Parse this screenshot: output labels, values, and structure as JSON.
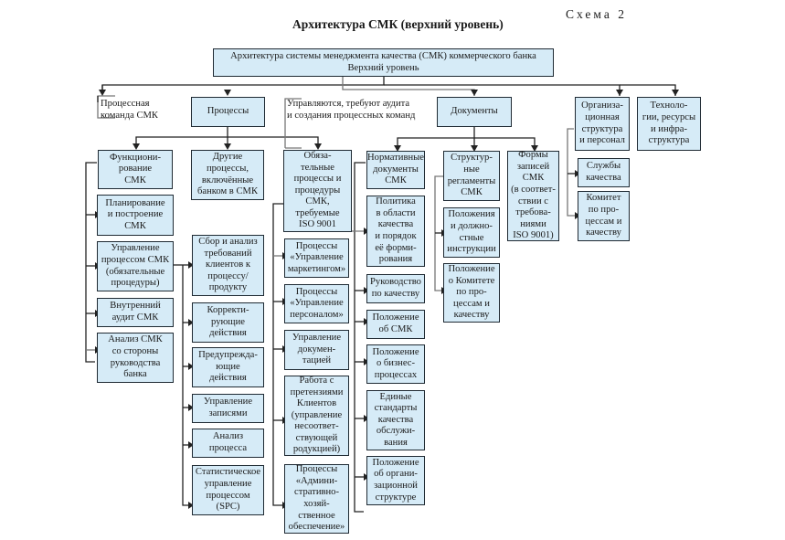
{
  "header": {
    "title": "Архитектура СМК (верхний уровень)",
    "scheme_label": "Схема 2"
  },
  "root": {
    "text": "Архитектура системы менеджмента качества (СМК) коммерческого банка\nВерхний уровень"
  },
  "notes": {
    "process_team": "Процессная\nкоманда СМК",
    "audit": "Управляются, требуют аудита\nи создания процессных команд"
  },
  "level1": {
    "processes": "Процессы",
    "documents": "Документы",
    "org_structure": "Организа-\nционная\nструктура\nи персонал",
    "technologies": "Техноло-\nгии, ресурсы\nи инфра-\nструктура"
  },
  "processes": {
    "functioning": "Функциони-\nрование\nСМК",
    "other": "Другие\nпроцессы,\nвключённые\nбанком в СМК",
    "mandatory": "Обяза-\nтельные\nпроцессы и\nпроцедуры\nСМК,\nтребуемые\nISO 9001",
    "functioning_children": [
      "Планирование\nи построение\nСМК",
      "Управление\nпроцессом СМК\n(обязательные\nпроцедуры)",
      "Внутренний\nаудит СМК",
      "Анализ СМК\nсо стороны\nруководства\nбанка"
    ],
    "procedure_children": [
      "Сбор и анализ\nтребований\nклиентов к\nпроцессу/\nпродукту",
      "Корректи-\nрующие\nдействия",
      "Предупрежда-\nющие\nдействия",
      "Управление\nзаписями",
      "Анализ\nпроцесса",
      "Статистическое\nуправление\nпроцессом\n(SPC)"
    ],
    "mandatory_children": [
      "Процессы\n«Управление\nмаркетингом»",
      "Процессы\n«Управление\nперсоналом»",
      "Управление\nдокумен-\nтацией",
      "Работа с\nпретензиями\nКлиентов\n(управление\nнесоответ-\nствующей\nродукцией)",
      "Процессы\n«Админи-\nстративно-\nхозяй-\nственное\nобеспечение»"
    ]
  },
  "documents": {
    "normative": "Нормативные\nдокументы\nСМК",
    "structural": "Структур-\nные\nрегламенты\nСМК",
    "forms": "Формы\nзаписей\nСМК\n(в соответ-\nствии с\nтребова-\nниями\nISO 9001)",
    "normative_children": [
      "Политика\nв области\nкачества\nи порядок\nеё форми-\nрования",
      "Руководство\nпо качеству",
      "Положение\nоб СМК",
      "Положение\nо бизнес-\nпроцессах",
      "Единые\nстандарты\nкачества\nобслужи-\nвания",
      "Положение\nоб органи-\nзационной\nструктуре"
    ],
    "structural_children": [
      "Положения\nи должно-\nстные\nинструкции",
      "Положение\nо Комитете\nпо про-\nцессам и\nкачеству"
    ]
  },
  "org": {
    "children": [
      "Службы\nкачества",
      "Комитет\nпо про-\nцессам и\nкачеству"
    ]
  }
}
